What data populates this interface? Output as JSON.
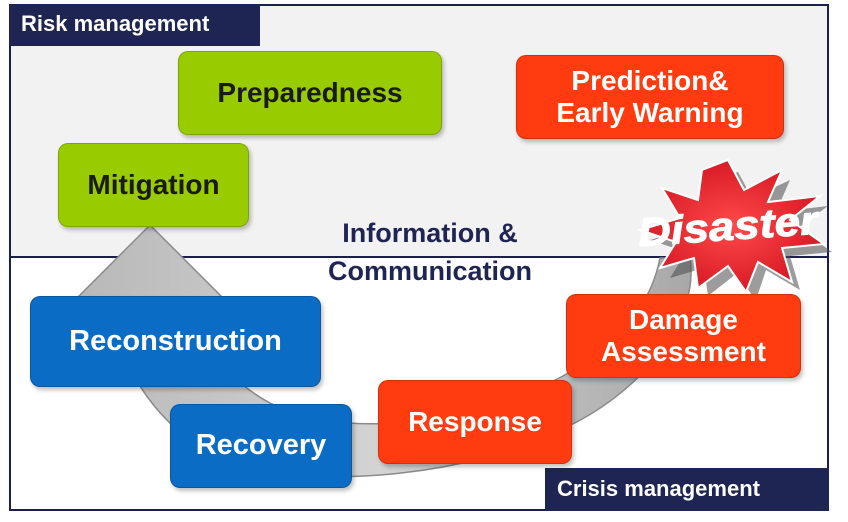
{
  "labels": {
    "risk_management": "Risk management",
    "crisis_management": "Crisis management"
  },
  "phases": {
    "preparedness": "Preparedness",
    "mitigation": "Mitigation",
    "prediction": "Prediction&\nEarly Warning",
    "damage_assessment": "Damage\nAssessment",
    "response": "Response",
    "reconstruction": "Reconstruction",
    "recovery": "Recovery"
  },
  "center": {
    "line1": "Information &",
    "line2": "Communication"
  },
  "disaster": "Disaster",
  "colors": {
    "navy": "#1f2552",
    "green": "#99cc00",
    "red": "#ff3b0f",
    "blue": "#0a6cc4",
    "arrow": "#c0c0c0",
    "burst": "#e8192c"
  }
}
